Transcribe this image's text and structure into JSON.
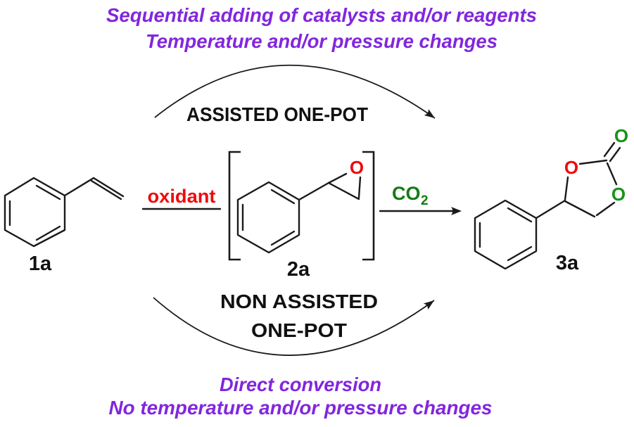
{
  "colors": {
    "purple": "#8226DE",
    "red": "#EE0C0C",
    "green": "#127C12",
    "green_atom": "#17941A",
    "black": "#1A1A1A"
  },
  "annotations": {
    "top": {
      "line1": "Sequential adding of catalysts and/or reagents",
      "line2": "Temperature and/or pressure changes"
    },
    "bottom": {
      "line1": "Direct conversion",
      "line2": "No temperature and/or pressure changes"
    }
  },
  "routes": {
    "assisted": {
      "label": "ASSISTED ONE-POT"
    },
    "non_assisted": {
      "line1": "NON ASSISTED",
      "line2": "ONE-POT"
    }
  },
  "reagents": {
    "oxidant": "oxidant",
    "co2_main": "CO",
    "co2_sub": "2"
  },
  "compounds": {
    "c1": {
      "label": "1a"
    },
    "c2": {
      "label": "2a"
    },
    "c3": {
      "label": "3a"
    }
  },
  "atoms": {
    "o": "O"
  }
}
